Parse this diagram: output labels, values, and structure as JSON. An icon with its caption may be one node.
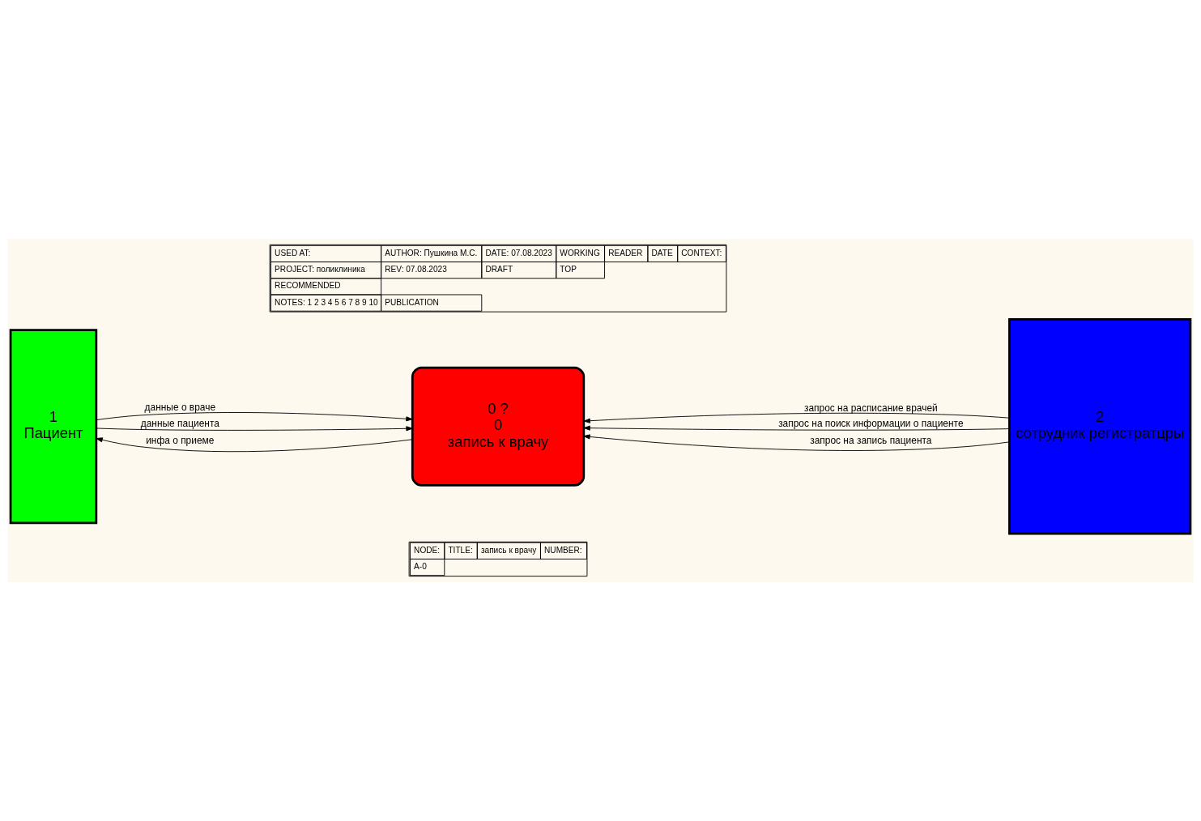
{
  "diagram": {
    "nodes": [
      {
        "text": [
          "1",
          "Пациент"
        ]
      },
      {
        "text": [
          "0 ?",
          "0",
          "запись к врачу"
        ]
      },
      {
        "text": [
          "2",
          "сотрудник регистратцры"
        ]
      }
    ],
    "edges": [
      {
        "from": 0,
        "to": 1,
        "arrow": "to",
        "label": "данные о враче"
      },
      {
        "from": 0,
        "to": 1,
        "arrow": "to",
        "label": "данные пациента"
      },
      {
        "from": 1,
        "to": 0,
        "arrow": "to",
        "label": "инфа о приеме"
      },
      {
        "from": 2,
        "to": 1,
        "arrow": "to",
        "label": "запрос на расписание врачей"
      },
      {
        "from": 2,
        "to": 1,
        "arrow": "to",
        "label": "запрос на поиск информации о пациенте"
      },
      {
        "from": 2,
        "to": 1,
        "arrow": "to",
        "label": "запрос на запись пациента"
      }
    ],
    "labels": [
      "USED AT:",
      "AUTHOR: Пушкина М.С.",
      "DATE: 07.08.2023",
      "WORKING",
      "READER",
      "DATE",
      "CONTEXT:",
      "PROJECT: поликлиника",
      "REV: 07.08.2023",
      "DRAFT",
      "TOP",
      "RECOMMENDED",
      "NOTES: 1 2 3 4 5 6 7 8 9 10",
      "PUBLICATION",
      "NODE:",
      "TITLE:",
      "запись к врачу",
      "NUMBER:",
      "A-0"
    ]
  }
}
